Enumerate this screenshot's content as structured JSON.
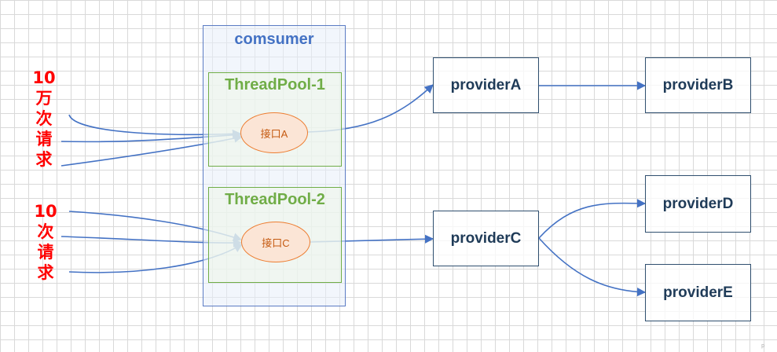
{
  "consumer": {
    "title": "comsumer"
  },
  "pools": [
    {
      "title": "ThreadPool-1",
      "interface": "接口A"
    },
    {
      "title": "ThreadPool-2",
      "interface": "接口C"
    }
  ],
  "providers": {
    "a": "providerA",
    "b": "providerB",
    "c": "providerC",
    "d": "providerD",
    "e": "providerE"
  },
  "requests": [
    {
      "lines": [
        "10",
        "万",
        "次",
        "请",
        "求"
      ]
    },
    {
      "lines": [
        "10",
        "次",
        "请",
        "求"
      ]
    }
  ],
  "colors": {
    "arrow": "#4472c4",
    "consumer_border": "#5b7cc4",
    "pool_border": "#70ad47",
    "interface_fill": "#fbe5d6",
    "interface_border": "#ed7d31",
    "request_text": "#ff0000"
  },
  "watermark": "p"
}
